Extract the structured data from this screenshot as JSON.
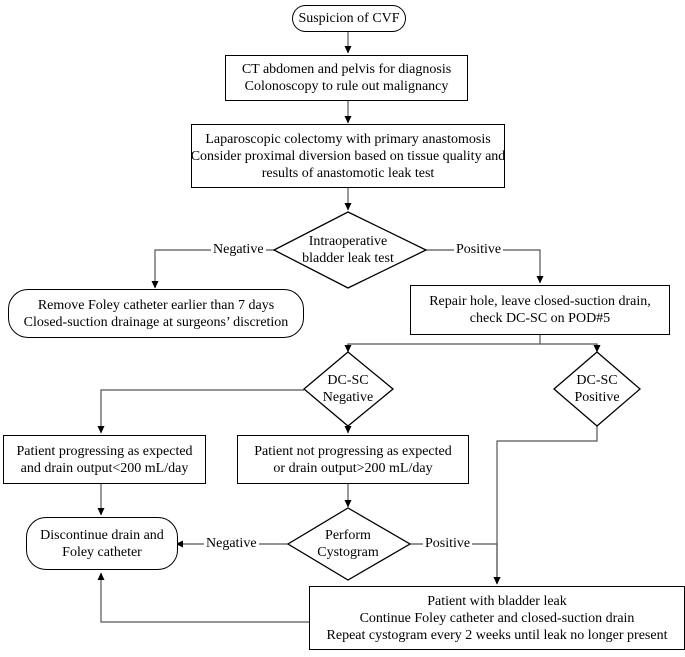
{
  "nodes": {
    "suspicion": {
      "lines": [
        "Suspicion of CVF"
      ]
    },
    "ct": {
      "lines": [
        "CT abdomen and pelvis for diagnosis",
        "Colonoscopy to rule out malignancy"
      ]
    },
    "laparoscopic": {
      "lines": [
        "Laparoscopic colectomy with primary anastomosis",
        "Consider proximal diversion based on tissue quality and",
        "results of anastomotic leak test"
      ]
    },
    "intraop_test": {
      "lines": [
        "Intraoperative",
        "bladder leak test"
      ]
    },
    "remove_foley": {
      "lines": [
        "Remove Foley catheter earlier than 7 days",
        "Closed-suction drainage at surgeons’ discretion"
      ]
    },
    "repair_hole": {
      "lines": [
        "Repair hole, leave closed-suction drain,",
        "check DC-SC on POD#5"
      ]
    },
    "dcsc_negative": {
      "lines": [
        "DC-SC",
        "Negative"
      ]
    },
    "dcsc_positive": {
      "lines": [
        "DC-SC",
        "Positive"
      ]
    },
    "progressing": {
      "lines": [
        "Patient progressing as expected",
        "and drain output<200 mL/day"
      ]
    },
    "not_progressing": {
      "lines": [
        "Patient not progressing as expected",
        "or drain output>200 mL/day"
      ]
    },
    "cystogram": {
      "lines": [
        "Perform",
        "Cystogram"
      ]
    },
    "discontinue": {
      "lines": [
        "Discontinue drain and",
        "Foley catheter"
      ]
    },
    "bladder_leak": {
      "lines": [
        "Patient with bladder leak",
        "Continue Foley catheter and closed-suction drain",
        "Repeat cystogram every 2 weeks until leak no longer present"
      ]
    }
  },
  "edge_labels": {
    "intraop_negative": "Negative",
    "intraop_positive": "Positive",
    "cystogram_negative": "Negative",
    "cystogram_positive": "Positive"
  }
}
